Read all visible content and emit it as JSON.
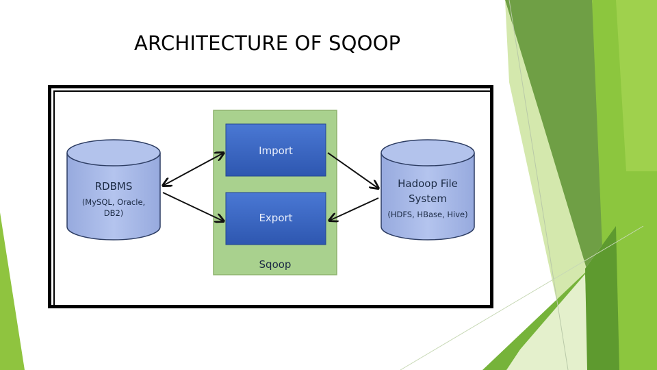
{
  "title": "ARCHITECTURE OF SQOOP",
  "colors": {
    "frame": "#000000",
    "cylinder_fill": "#a5b7e6",
    "cylinder_stroke": "#2d3d63",
    "sqoop_fill": "#a9d18e",
    "sqoop_stroke": "#8db36d",
    "process_box": "#3b66c4",
    "green_dark": "#6e9e3f",
    "green_mid": "#8fc43f",
    "green_light": "#cfe6a4"
  },
  "diagram": {
    "rdbms": {
      "label": "RDBMS",
      "detail_line1": "(MySQL, Oracle,",
      "detail_line2": "DB2)"
    },
    "hadoop": {
      "label_line1": "Hadoop File",
      "label_line2": "System",
      "detail": "(HDFS, HBase, Hive)"
    },
    "sqoop": {
      "label": "Sqoop",
      "import_label": "Import",
      "export_label": "Export"
    }
  }
}
